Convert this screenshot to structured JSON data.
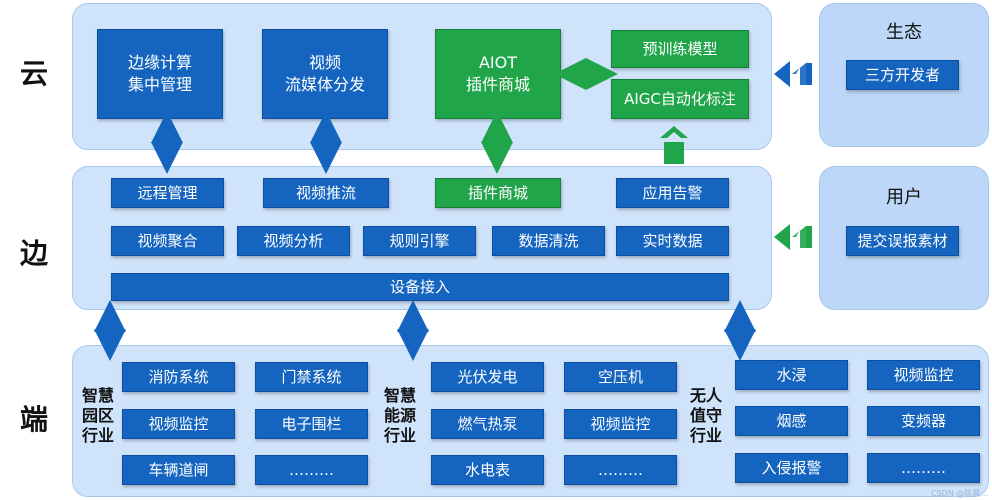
{
  "tiers": {
    "cloud": "云",
    "edge": "边",
    "device": "端"
  },
  "cloud": {
    "box1": "边缘计算\n集中管理",
    "box2": "视频\n流媒体分发",
    "box3": "AIOT\n插件商城",
    "box4": "预训练模型",
    "box5": "AIGC自动化标注"
  },
  "edge": {
    "row1": [
      "远程管理",
      "视频推流",
      "插件商城",
      "应用告警"
    ],
    "row2": [
      "视频聚合",
      "视频分析",
      "规则引擎",
      "数据清洗",
      "实时数据"
    ],
    "device_access": "设备接入"
  },
  "ecosystem": {
    "title": "生态",
    "item": "三方开发者"
  },
  "user": {
    "title": "用户",
    "item": "提交误报素材"
  },
  "device": {
    "park": {
      "label": "智慧\n园区\n行业",
      "items": [
        "消防系统",
        "门禁系统",
        "视频监控",
        "电子围栏",
        "车辆道闸",
        "………"
      ]
    },
    "energy": {
      "label": "智慧\n能源\n行业",
      "items": [
        "光伏发电",
        "空压机",
        "燃气热泵",
        "视频监控",
        "水电表",
        "………"
      ]
    },
    "unattended": {
      "label": "无人\n值守\n行业",
      "items": [
        "水浸",
        "视频监控",
        "烟感",
        "变频器",
        "入侵报警",
        "………"
      ]
    }
  },
  "watermark": "CSDN @陈晨...",
  "colors": {
    "blue": "#1565c0",
    "green": "#21a54a",
    "panel": "#cfe3fb",
    "arrow": "#1565c0"
  }
}
